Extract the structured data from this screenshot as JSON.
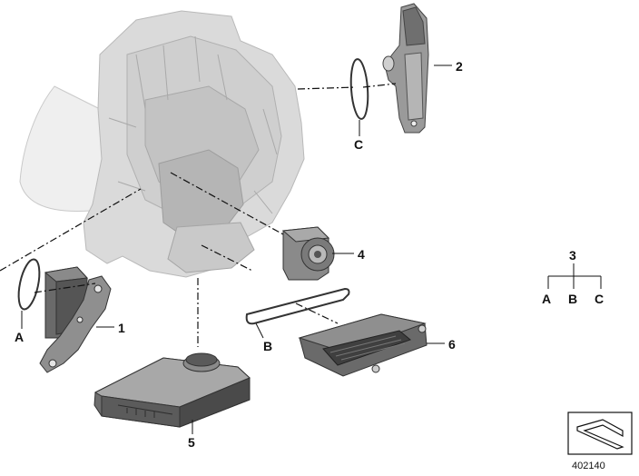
{
  "callouts": {
    "part1": "1",
    "part2": "2",
    "part3": "3",
    "part4": "4",
    "part5": "5",
    "part6": "6",
    "ref_a": "A",
    "ref_b": "B",
    "ref_c": "C",
    "legend_a": "A",
    "legend_b": "B",
    "legend_c": "C"
  },
  "document_number": "402140",
  "colors": {
    "housing": "#d9d9d9",
    "part_dark": "#5a5a5a",
    "part_mid": "#8c8c8c",
    "line": "#111111"
  }
}
